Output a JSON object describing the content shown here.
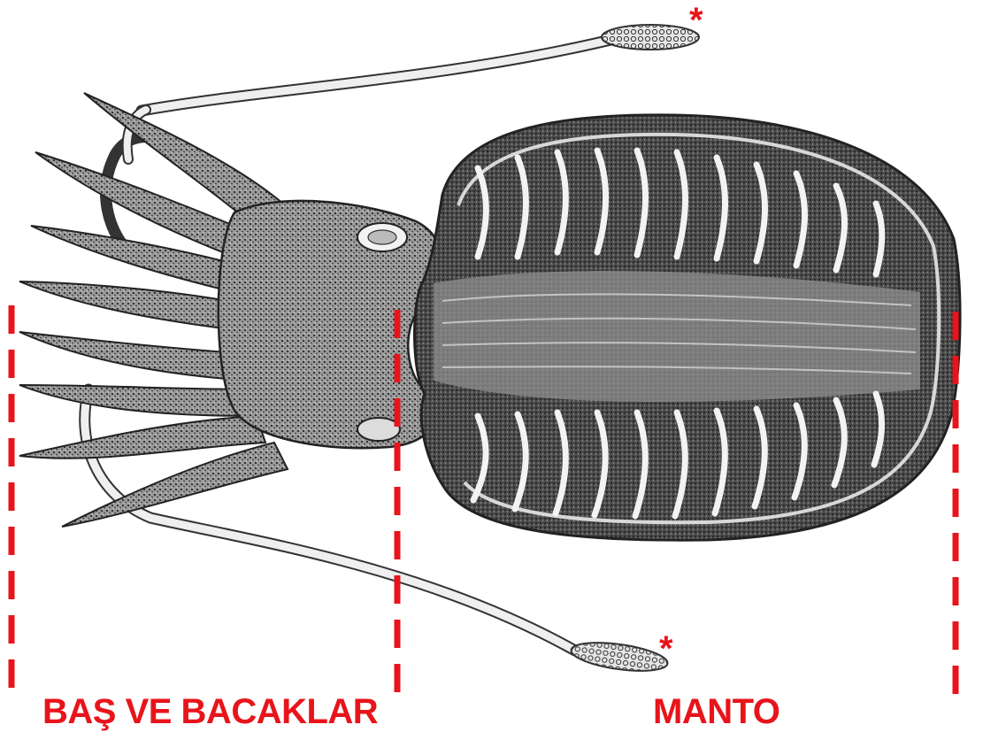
{
  "labels": {
    "head_and_arms": "BAŞ VE BACAKLAR",
    "mantle": "MANTO",
    "tentacle_club_marker_top": "*",
    "tentacle_club_marker_bottom": "*"
  },
  "colors": {
    "annotation": "#e8141b",
    "ink": "#1e1e1e",
    "paper": "#ffffff"
  },
  "figure": {
    "subject": "cuttlefish-illustration",
    "orientation": "dorsal-view-head-left"
  }
}
